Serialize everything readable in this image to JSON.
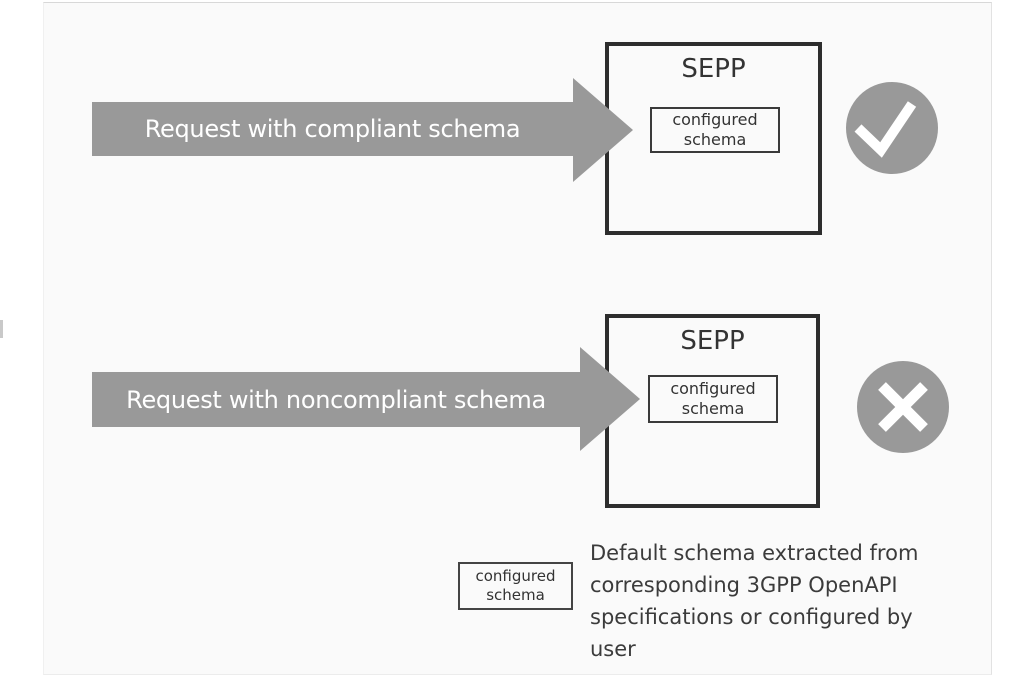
{
  "colors": {
    "background": "#fafafa",
    "arrow_gray": "#999999",
    "circle_gray": "#999999",
    "box_border": "#2d2d2d",
    "text_dark": "#333333",
    "mark_white": "#ffffff"
  },
  "diagram": {
    "rows": [
      {
        "arrow_label": "Request with compliant schema",
        "box_title": "SEPP",
        "inner_box": {
          "line1": "configured",
          "line2": "schema"
        },
        "result": "success",
        "result_icon": "check-icon"
      },
      {
        "arrow_label": "Request with noncompliant schema",
        "box_title": "SEPP",
        "inner_box": {
          "line1": "configured",
          "line2": "schema"
        },
        "result": "failure",
        "result_icon": "x-icon"
      }
    ],
    "legend": {
      "box": {
        "line1": "configured",
        "line2": "schema"
      },
      "lines": [
        "Default schema extracted from",
        "corresponding 3GPP OpenAPI",
        "specifications or configured by",
        "user"
      ]
    }
  }
}
